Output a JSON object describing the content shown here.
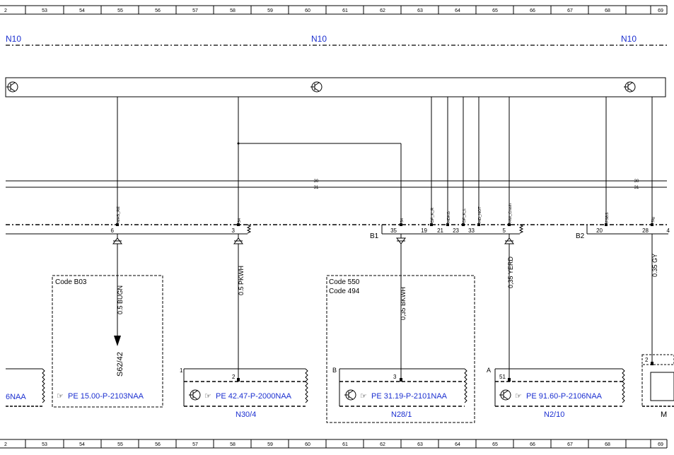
{
  "ruler": {
    "columns": [
      "2",
      "53",
      "54",
      "55",
      "56",
      "57",
      "58",
      "59",
      "60",
      "61",
      "62",
      "63",
      "64",
      "65",
      "66",
      "67",
      "68",
      "69"
    ]
  },
  "modules": {
    "top_left": "N10",
    "top_center": "N10",
    "top_right": "N10"
  },
  "bus": {
    "line30": "30",
    "line31": "31",
    "line30_right": "30",
    "line31_right": "31"
  },
  "signals": {
    "mhs_re": "MHS_RE",
    "s4_a": "54",
    "s4_b": "54",
    "df_k_r": "DF_K_R",
    "hdkg": "HDKG",
    "df_k_l": "DF_K_L",
    "hd_not": "HD_NOT",
    "hw_crash": "HW_Crash",
    "fsbs": "FSBS",
    "sig": "Sig"
  },
  "pins": {
    "p6": "6",
    "p3": "3",
    "p35": "35",
    "p19": "19",
    "p21": "21",
    "p23": "23",
    "p33": "33",
    "p5": "5",
    "p20": "20",
    "p28": "28",
    "p4": "4"
  },
  "connectors": {
    "b1": "B1",
    "b2": "B2"
  },
  "wires": {
    "w1": "0.5 BUGN",
    "w2": "0.5 PKWH",
    "w3": "0,35 BKWH",
    "w4": "0,35 YERD",
    "w5": "0.35 GY"
  },
  "codes": {
    "b03": "Code B03",
    "c550": "Code 550",
    "c494": "Code 494"
  },
  "references": {
    "s62_42": "S62/42",
    "pe_left": "6NAA",
    "pe_1500": "PE 15.00-P-2103NAA",
    "pe_4247": "PE 42.47-P-2000NAA",
    "pe_3119": "PE 31.19-P-2101NAA",
    "pe_9160": "PE 91.60-P-2106NAA",
    "pointer": "☞"
  },
  "components": {
    "n30_4": "N30/4",
    "n28_1": "N28/1",
    "n2_10": "N2/10",
    "m_partial": "M"
  },
  "comp_pins": {
    "n30_1": "1",
    "n30_2": "2",
    "n28_b": "B",
    "n28_3": "3",
    "n2_a": "A",
    "n2_51": "51",
    "m_2": "2"
  }
}
